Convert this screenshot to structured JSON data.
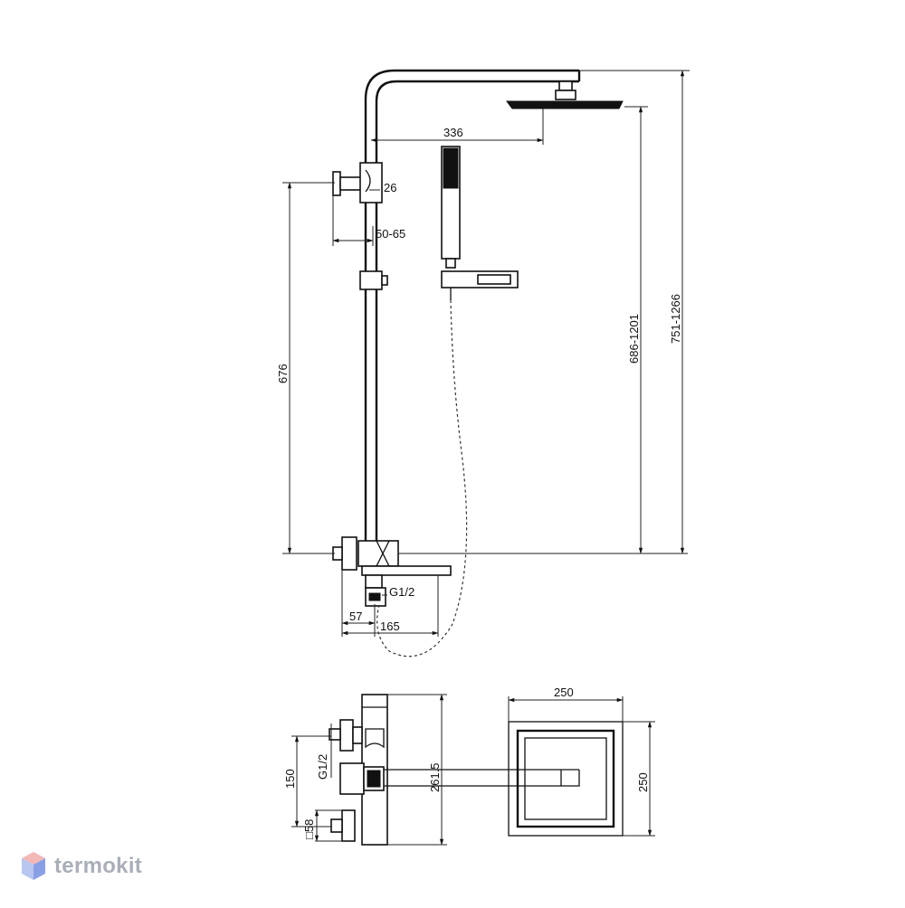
{
  "dimensions": {
    "arm_reach": "336",
    "holder_offset": "26",
    "wall_distance": "50-65",
    "height_to_holder": "676",
    "head_height_range": "686-1201",
    "total_height_range": "751-1266",
    "inlet_thread": "G1/2",
    "spout_offset": "57",
    "spout_length": "165",
    "plan_head_width": "250",
    "plan_head_depth": "250",
    "plan_depth": "261.5",
    "plan_inlet_spacing": "150",
    "plan_inlet_thread": "G1/2",
    "plan_handle_size": "□58"
  },
  "watermark": {
    "text": "termokit",
    "colors": {
      "top": "#f2b7b7",
      "left": "#b8c6f0",
      "right": "#8aa0e6"
    }
  }
}
